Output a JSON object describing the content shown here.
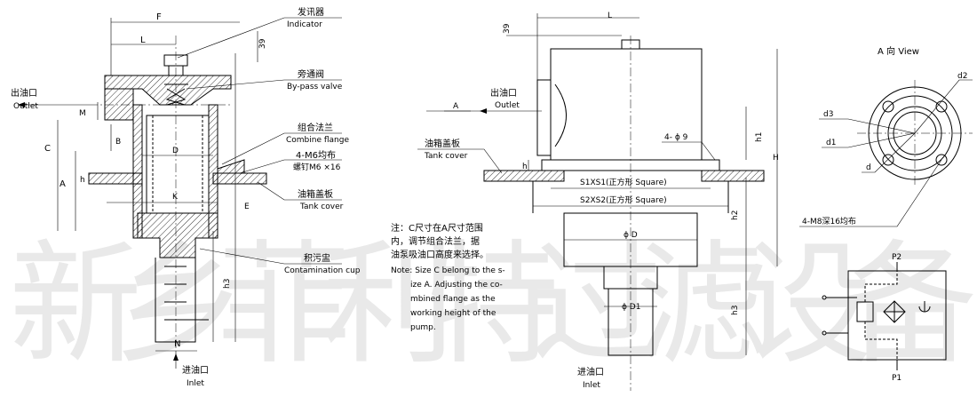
{
  "watermark": "新乡菲利特过滤设备",
  "left_view": {
    "dims": {
      "F": "F",
      "L": "L",
      "top": "39",
      "M": "M",
      "B": "B",
      "C": "C",
      "A": "A",
      "D": "D",
      "K": "K",
      "h": "h",
      "E": "E",
      "h3": "h3",
      "N": "N"
    },
    "outlet_cn": "出油口",
    "outlet_en": "Outlet",
    "inlet_cn": "进油口",
    "inlet_en": "Inlet",
    "callouts": [
      {
        "cn": "发讯器",
        "en": "Indicator"
      },
      {
        "cn": "旁通阀",
        "en": "By-pass valve"
      },
      {
        "cn": "组合法兰",
        "en": "Combine flange"
      },
      {
        "cn": "4-M6均布",
        "en": "螺钉M6 ×16"
      },
      {
        "cn": "油箱盖板",
        "en": "Tank cover"
      },
      {
        "cn": "积污盅",
        "en": "Contamination cup"
      }
    ]
  },
  "note": {
    "cn": [
      "注：C尺寸在A尺寸范围",
      "内，调节组合法兰，据",
      "油泵吸油口高度来选择。"
    ],
    "en": [
      "Note: Size C belong to the s-",
      "ize A. Adjusting the co-",
      "mbined flange as the",
      "working height of  the",
      "pump."
    ]
  },
  "middle_view": {
    "dims": {
      "L": "L",
      "top": "39",
      "A": "A",
      "h": "h",
      "h1": "h1",
      "H": "H",
      "h2": "h2",
      "h3": "h3",
      "D": "ϕ D",
      "D1": "ϕ D1",
      "holes": "4- ϕ 9"
    },
    "outlet_cn": "出油口",
    "outlet_en": "Outlet",
    "inlet_cn": "进油口",
    "inlet_en": "Inlet",
    "tank_cn": "油箱盖板",
    "tank_en": "Tank cover",
    "s1": "S1XS1(正方形 Square)",
    "s2": "S2XS2(正方形 Square)"
  },
  "a_view": {
    "title": "A 向 View",
    "d": "d",
    "d1": "d1",
    "d2": "d2",
    "d3": "d3",
    "holes": "4-M8深16均布"
  },
  "schematic": {
    "p1": "P1",
    "p2": "P2"
  }
}
